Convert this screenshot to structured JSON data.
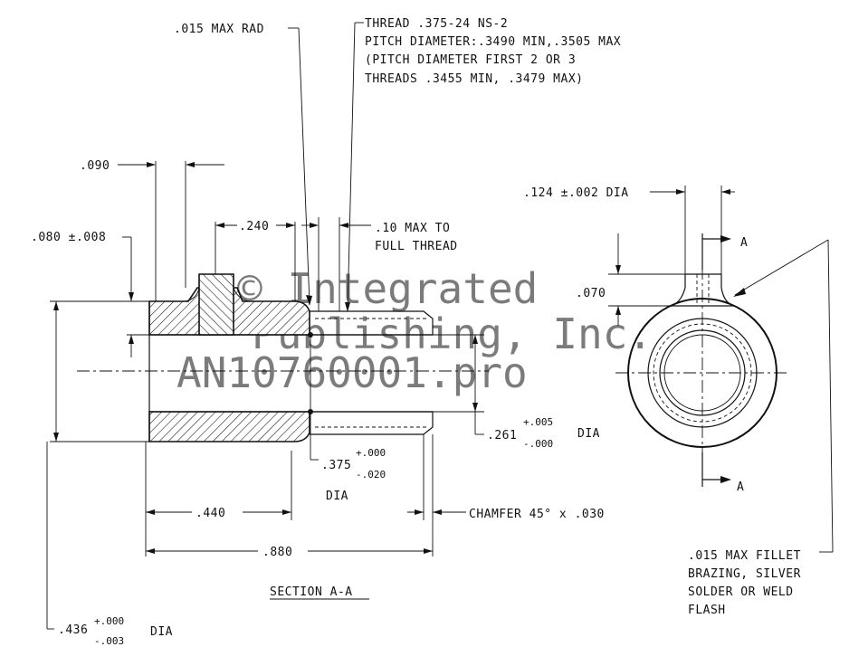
{
  "watermark": {
    "line1": "© Integrated",
    "line2": "Publishing, Inc.",
    "line3": "AN10760001.pro"
  },
  "notes": {
    "max_rad": ".015 MAX RAD",
    "thread_1": "THREAD .375-24 NS-2",
    "thread_2": "PITCH DIAMETER:.3490 MIN,.3505 MAX",
    "thread_3": "(PITCH DIAMETER FIRST 2 OR 3",
    "thread_4": "THREADS .3455 MIN, .3479 MAX)",
    "max_to_full_1": ".10 MAX TO",
    "max_to_full_2": "FULL THREAD",
    "chamfer": "CHAMFER 45° x .030",
    "section": "SECTION A-A",
    "fillet_1": ".015 MAX FILLET",
    "fillet_2": "BRAZING, SILVER",
    "fillet_3": "SOLDER OR WELD",
    "fillet_4": "FLASH"
  },
  "dimensions": {
    "d090": ".090",
    "d240": ".240",
    "d080": ".080 ±.008",
    "d440": ".440",
    "d880": ".880",
    "d124": ".124 ±.002 DIA",
    "d070": ".070",
    "d261_base": ".261",
    "d261_plus": "+.005",
    "d261_minus": "-.000",
    "d261_unit": "DIA",
    "d375_base": ".375",
    "d375_plus": "+.000",
    "d375_minus": "-.020",
    "d375_unit": "DIA",
    "d436_base": ".436",
    "d436_plus": "+.000",
    "d436_minus": "-.003",
    "d436_unit": "DIA"
  },
  "section_arrows": {
    "top": "A",
    "bottom": "A"
  }
}
